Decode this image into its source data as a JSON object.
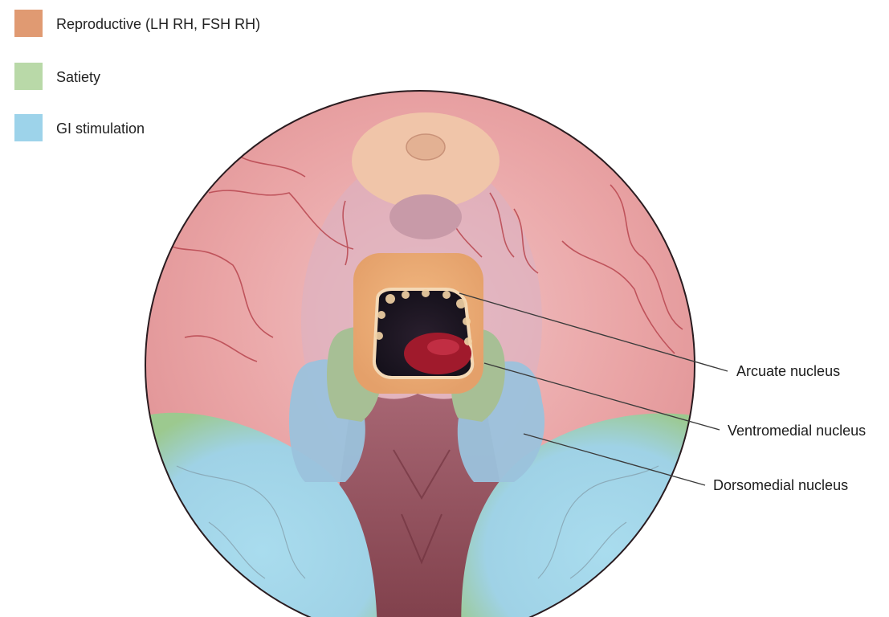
{
  "legend": [
    {
      "label": "Reproductive (LH RH, FSH RH)",
      "color": "#e09a72"
    },
    {
      "label": "Satiety",
      "color": "#b9d9a8"
    },
    {
      "label": "GI stimulation",
      "color": "#9dd3ea"
    }
  ],
  "callouts": {
    "arcuate": "Arcuate nucleus",
    "ventromedial": "Ventromedial nucleus",
    "dorsomedial": "Dorsomedial nucleus"
  },
  "colors": {
    "brain_surface": "#eaa3a3",
    "vessel": "#b9464f",
    "reproductive": "#e9a870",
    "satiety": "#a9c49a",
    "gi": "#9ecbe3",
    "brainstem": "#8e4a55"
  }
}
